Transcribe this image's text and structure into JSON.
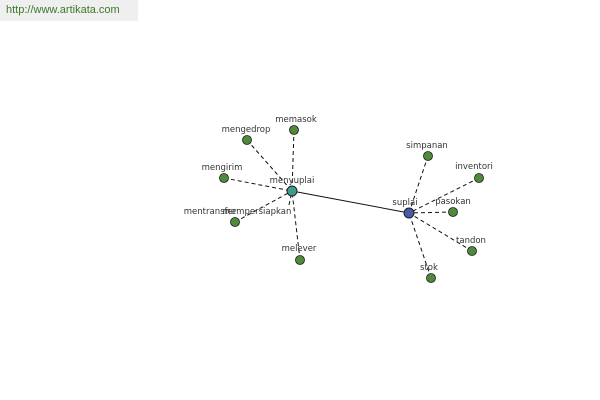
{
  "header": {
    "url": "http://www.artikata.com"
  },
  "graph": {
    "colors": {
      "leaf": "#4f8a3c",
      "hub1": "#3f9b8c",
      "hub2": "#4a5aa8",
      "stroke": "#1a1a1a"
    },
    "hubs": [
      {
        "id": "menyuplai",
        "label": "menyuplai",
        "color_key": "hub1"
      },
      {
        "id": "suplai",
        "label": "suplai",
        "color_key": "hub2"
      }
    ],
    "leaves": [
      {
        "id": "memasok",
        "label": "memasok",
        "hub": "menyuplai"
      },
      {
        "id": "mengedrop",
        "label": "mengedrop",
        "hub": "menyuplai"
      },
      {
        "id": "mengirim",
        "label": "mengirim",
        "hub": "menyuplai"
      },
      {
        "id": "mentransfer",
        "label": "mentransfer",
        "hub": "menyuplai"
      },
      {
        "id": "mempersiapkan",
        "label": "mempersiapkan",
        "hub": "menyuplai"
      },
      {
        "id": "melever",
        "label": "melever",
        "hub": "menyuplai"
      },
      {
        "id": "simpanan",
        "label": "simpanan",
        "hub": "suplai"
      },
      {
        "id": "inventori",
        "label": "inventori",
        "hub": "suplai"
      },
      {
        "id": "pasokan",
        "label": "pasokan",
        "hub": "suplai"
      },
      {
        "id": "tandon",
        "label": "tandon",
        "hub": "suplai"
      },
      {
        "id": "stok",
        "label": "stok",
        "hub": "suplai"
      }
    ],
    "hub_link": {
      "from": "menyuplai",
      "to": "suplai"
    }
  }
}
